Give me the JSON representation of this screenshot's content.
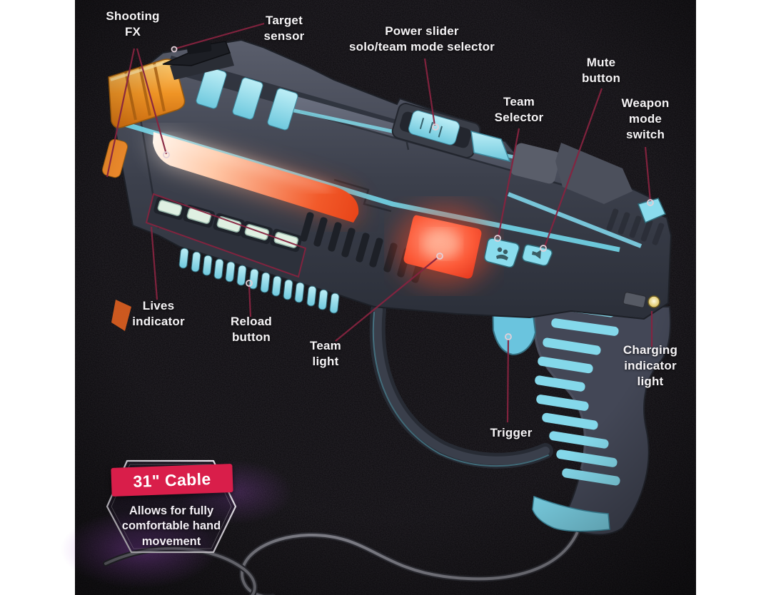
{
  "scene": {
    "background_color": "#0b090d",
    "margin_color": "#ffffff",
    "subject": "laser tag blaster feature diagram"
  },
  "callouts": [
    {
      "id": "shooting-fx",
      "text": "Shooting\nFX"
    },
    {
      "id": "target-sensor",
      "text": "Target\nsensor"
    },
    {
      "id": "power-slider",
      "text": "Power slider\nsolo/team mode selector"
    },
    {
      "id": "mute-button",
      "text": "Mute\nbutton"
    },
    {
      "id": "team-selector",
      "text": "Team\nSelector"
    },
    {
      "id": "weapon-mode-switch",
      "text": "Weapon\nmode\nswitch"
    },
    {
      "id": "lives-indicator",
      "text": "Lives\nindicator"
    },
    {
      "id": "reload-button",
      "text": "Reload\nbutton"
    },
    {
      "id": "team-light",
      "text": "Team\nlight"
    },
    {
      "id": "trigger",
      "text": "Trigger"
    },
    {
      "id": "charging-indicator-light",
      "text": "Charging\nindicator\nlight"
    }
  ],
  "badge": {
    "title": "31\" Cable",
    "description": "Allows for fully\ncomfortable hand\nmovement",
    "banner_color": "#d91e4a"
  },
  "icons": {
    "team_selector_button": "people-icon",
    "mute_button": "speaker-icon"
  },
  "colors": {
    "accent_cyan": "#7fd8e8",
    "glow_orange": "#f05a24",
    "muzzle_orange": "#ef9425",
    "team_light_red": "#f04028",
    "leader_line": "#86233f",
    "label_text": "#f6f4f6"
  }
}
